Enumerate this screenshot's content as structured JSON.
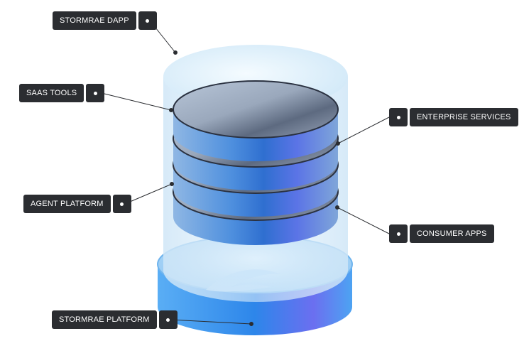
{
  "labels": {
    "stormrae_dapp": "STORMRAE DAPP",
    "saas_tools": "SAAS TOOLS",
    "agent_platform": "AGENT PLATFORM",
    "stormrae_platform": "STORMRAE PLATFORM",
    "enterprise_services": "ENTERPRISE SERVICES",
    "consumer_apps": "CONSUMER APPS"
  },
  "colors": {
    "label_bg": "#2b2d31",
    "label_text": "#ffffff",
    "leader_line": "#2b2d31",
    "glass": "#cfe6f7",
    "disk_blue": "#4a8fe0",
    "base_blue": "#3a93ee"
  }
}
